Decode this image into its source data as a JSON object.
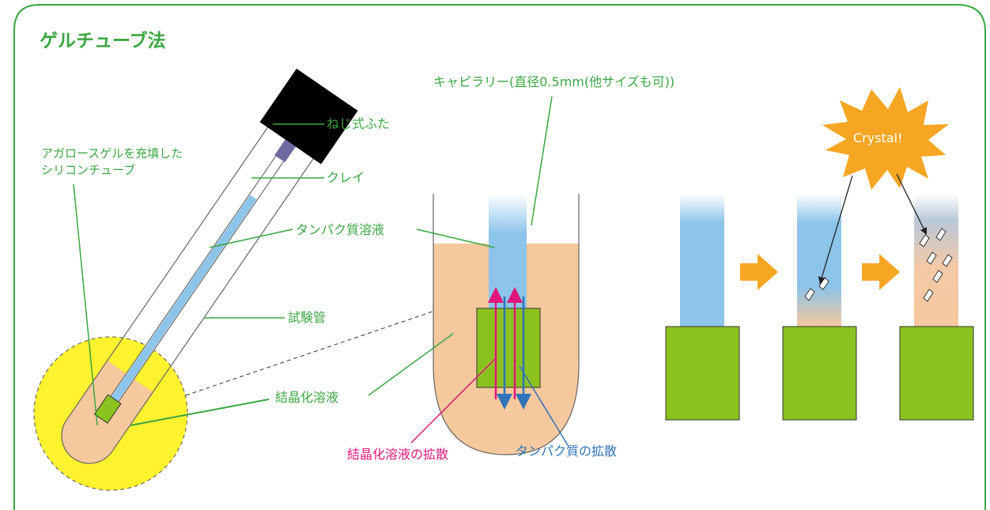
{
  "title": "ゲルチューブ法",
  "labels": {
    "screw_cap": "ねじ式ふた",
    "clay": "クレイ",
    "protein_solution": "タンパク質溶液",
    "test_tube": "試験管",
    "crystallization_solution": "結晶化溶液",
    "silicone_tube_line1": "アガロースゲルを充填した",
    "silicone_tube_line2": "シリコンチューブ",
    "capillary": "キャピラリー(直径0.5mm(他サイズも可))",
    "crystallization_diffusion": "結晶化溶液の拡散",
    "protein_diffusion": "タンパク質の拡散",
    "crystal_burst": "Crystal!"
  },
  "colors": {
    "green_text": "#3aa642",
    "gel_green": "#8cc21f",
    "protein_blue": "#8cc4ea",
    "solution_peach": "#f6c89e",
    "highlight_yellow": "#fff22e",
    "arrow_orange": "#f6a623",
    "pink": "#e0167a",
    "blue": "#2f73b8"
  }
}
